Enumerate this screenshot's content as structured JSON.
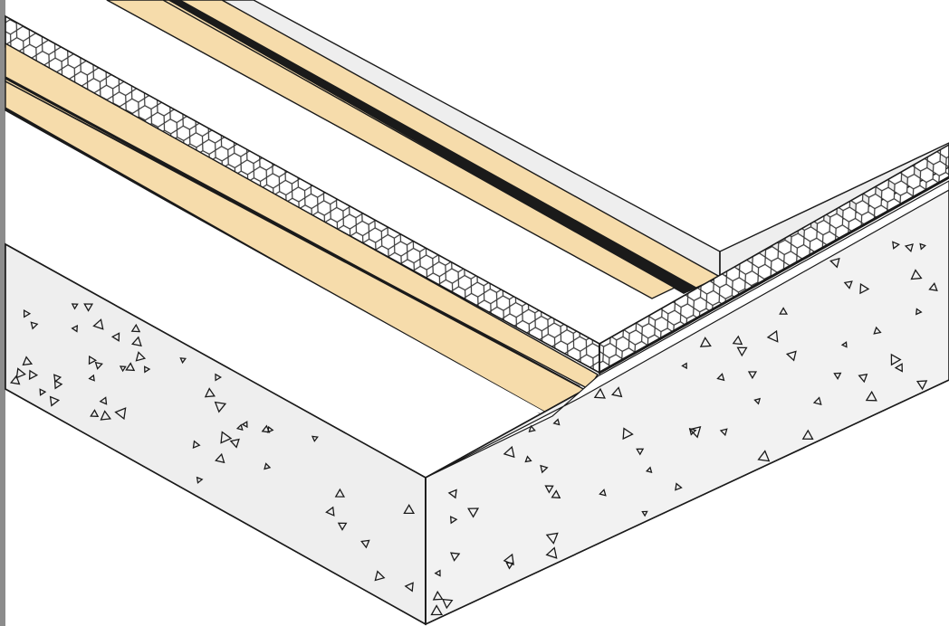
{
  "diagram": {
    "kind": "isometric-floor-build-up-section",
    "layers": [
      {
        "name": "top-finish-board",
        "color": "#f2f2f2"
      },
      {
        "name": "upper-timber-strip",
        "color": "#f6dcab"
      },
      {
        "name": "upper-timber-strip-2",
        "color": "#f6dcab"
      },
      {
        "name": "insulation-mesh-layer",
        "color": "#ffffff"
      },
      {
        "name": "lower-timber-strip",
        "color": "#f6dcab"
      },
      {
        "name": "lower-timber-strip-2",
        "color": "#f6dcab"
      },
      {
        "name": "concrete-slab",
        "color": "#f0f0f0"
      }
    ],
    "colors": {
      "outline": "#1a1a1a",
      "timber": "#f6dcab",
      "concrete": "#f0f0f0",
      "board": "#f2f2f2",
      "mesh_stroke": "#333333",
      "left_edge_strip": "#8c8c8c"
    }
  }
}
